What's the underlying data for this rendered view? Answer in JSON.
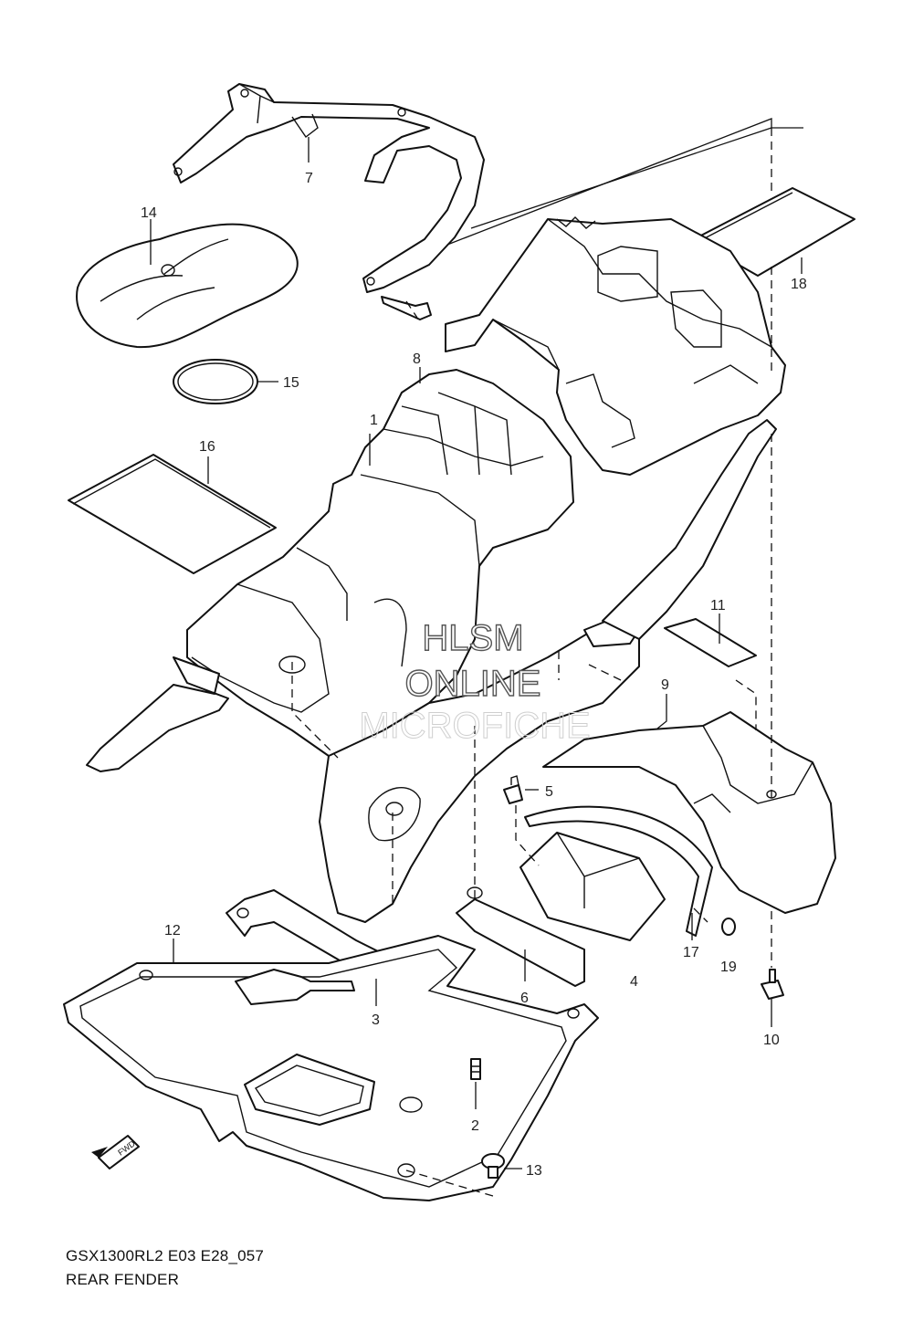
{
  "callouts": [
    "1",
    "2",
    "3",
    "4",
    "5",
    "6",
    "7",
    "8",
    "9",
    "10",
    "11",
    "12",
    "13",
    "14",
    "15",
    "16",
    "17",
    "18",
    "19"
  ],
  "watermark": {
    "line1": "HLSM",
    "line2": "ONLINE",
    "line3": "MICROFICHE"
  },
  "fwd_label": "FWD",
  "caption": {
    "model": "GSX1300RL2 E03 E28_057",
    "title": "REAR FENDER"
  }
}
